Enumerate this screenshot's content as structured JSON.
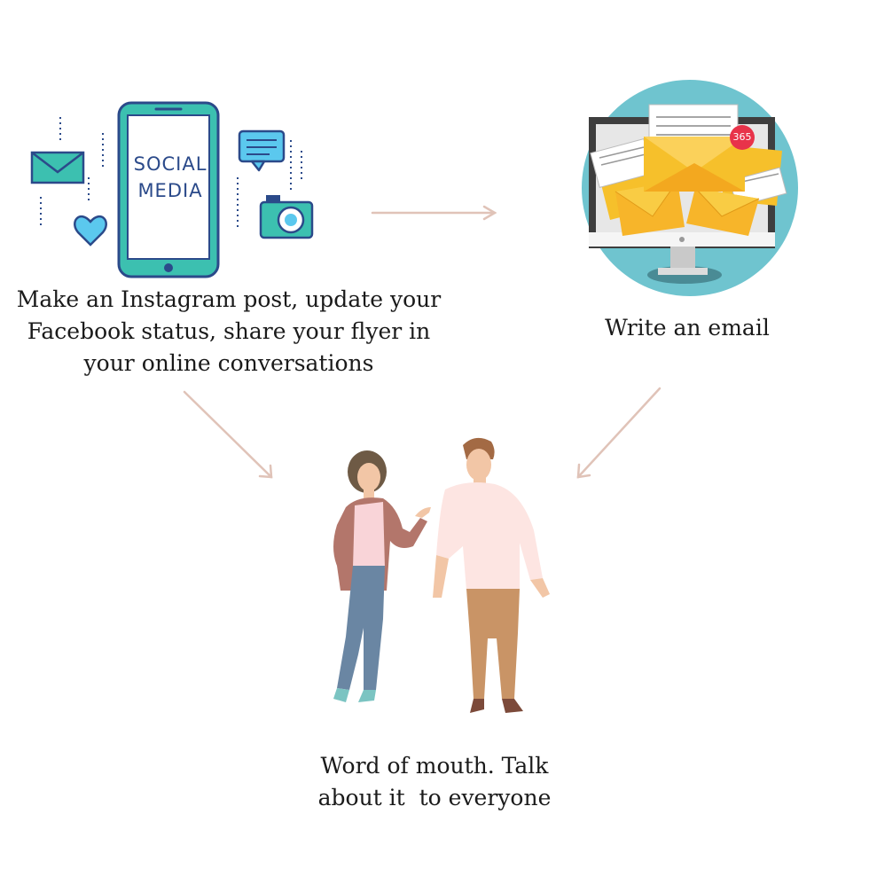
{
  "social": {
    "icon_text_line1": "SOCIAL",
    "icon_text_line2": "MEDIA",
    "caption_line1": "Make an Instagram post, update your",
    "caption_line2": "Facebook status, share your flyer in",
    "caption_line3": "your online conversations"
  },
  "email": {
    "badge": "365",
    "caption": "Write an email"
  },
  "word_of_mouth": {
    "caption_line1": "Word of mouth. Talk",
    "caption_line2": "about it  to everyone"
  },
  "colors": {
    "arrow": "#e0c3b8",
    "teal": "#3cc0b0",
    "envelope_yellow": "#f6c02b",
    "circle_bg": "#6fc4cf",
    "badge_red": "#e8334a"
  }
}
